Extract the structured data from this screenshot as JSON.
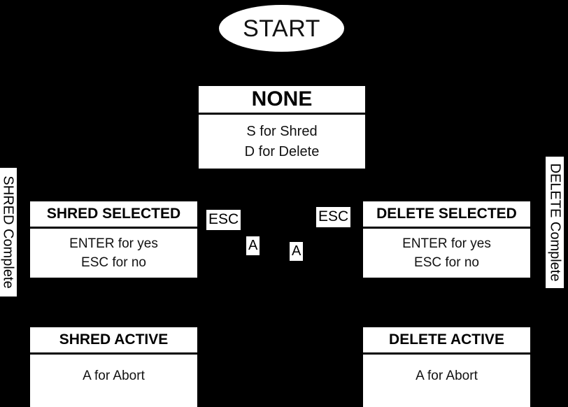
{
  "diagram": {
    "title": "File shred / delete state machine",
    "background_color": "#000000",
    "node_fill_color": "#ffffff",
    "node_text_color": "#000000"
  },
  "start": {
    "label": "START",
    "shape": "ellipse"
  },
  "states": {
    "none": {
      "title": "NONE",
      "body": "S for Shred\nD for Delete"
    },
    "shred_selected": {
      "title": "SHRED SELECTED",
      "body": "ENTER for yes\nESC for no"
    },
    "delete_selected": {
      "title": "DELETE SELECTED",
      "body": "ENTER for yes\nESC for no"
    },
    "shred_active": {
      "title": "SHRED ACTIVE",
      "body": "A for Abort"
    },
    "delete_active": {
      "title": "DELETE ACTIVE",
      "body": "A for Abort"
    }
  },
  "transitions": {
    "esc_from_shred_selected": "ESC",
    "esc_from_delete_selected": "ESC",
    "abort_from_shred_active": "A",
    "abort_from_delete_active": "A"
  },
  "side_labels": {
    "shred_complete": "SHRED Complete",
    "delete_complete": "DELETE Complete"
  }
}
